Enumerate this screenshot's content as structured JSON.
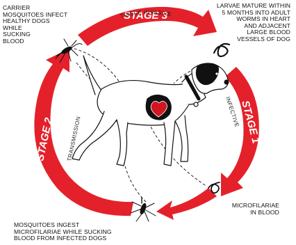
{
  "stages": {
    "stage_3": "STAGE 3",
    "stage_1": "STAGE 1",
    "stage_2": "STAGE 2"
  },
  "arc_labels": {
    "tissue_invasive": "TISSUE INVASIVE",
    "infective": "INFECTIVE",
    "transmission": "TRANSMISSION"
  },
  "notes": {
    "carrier": "CARRIER\nMOSQUITOES INFECT\nHEALTHY DOGS\nWHILE\nSUCKING\nBLOOD",
    "larvae": "LARVAE MATURE WITHIN\n5 MONTHS INTO ADULT\nWORMS IN HEART\nAND ADJACENT\nLARGE BLOOD\nVESSELS OF DOG",
    "microfilariae": "MICROFILARIAE\nIN BLOOD",
    "ingest": "MOSQUITOES INGEST\nMICROFILARIAE WHILE SUCKING\nBLOOD FROM INFECTED DOGS"
  },
  "colors": {
    "arrow_red": "#e4212a",
    "heart_red": "#d3151f",
    "ink": "#111111"
  }
}
